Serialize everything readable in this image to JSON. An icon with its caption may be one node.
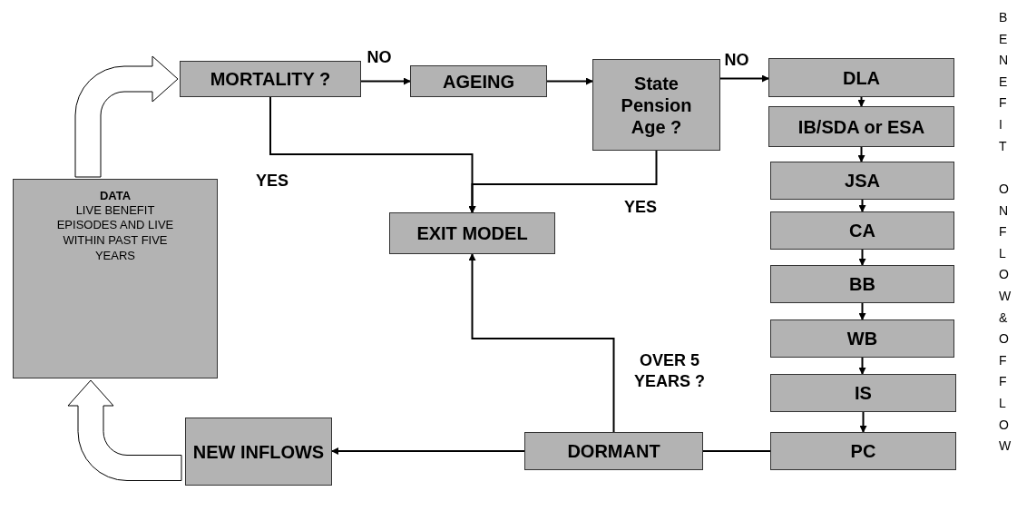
{
  "diagram": {
    "nodes": [
      {
        "text": [
          "MORTALITY ?"
        ]
      },
      {
        "text": [
          "AGEING"
        ]
      },
      {
        "text": [
          "State Pension Age ?"
        ]
      },
      {
        "text": [
          "DLA"
        ]
      },
      {
        "text": [
          "IB/SDA or ESA"
        ]
      },
      {
        "text": [
          "JSA"
        ]
      },
      {
        "text": [
          "CA"
        ]
      },
      {
        "text": [
          "BB"
        ]
      },
      {
        "text": [
          "WB"
        ]
      },
      {
        "text": [
          "IS"
        ]
      },
      {
        "text": [
          "PC"
        ]
      },
      {
        "text": [
          "EXIT MODEL"
        ]
      },
      {
        "text": [
          "DORMANT"
        ]
      },
      {
        "text": [
          "NEW INFLOWS"
        ]
      },
      {
        "text": [
          "DATA",
          "LIVE BENEFIT EPISODES AND LIVE WITHIN PAST FIVE YEARS"
        ]
      }
    ],
    "edges": [
      {
        "from": 0,
        "to": 1,
        "arrow": "to",
        "label": "NO"
      },
      {
        "from": 1,
        "to": 2,
        "arrow": "to"
      },
      {
        "from": 2,
        "to": 3,
        "arrow": "to",
        "label": "NO"
      },
      {
        "from": 0,
        "to": 11,
        "arrow": "to",
        "label": "YES"
      },
      {
        "from": 2,
        "to": 11,
        "arrow": "to",
        "label": "YES"
      },
      {
        "from": 3,
        "to": 4,
        "arrow": "to"
      },
      {
        "from": 4,
        "to": 5,
        "arrow": "to"
      },
      {
        "from": 5,
        "to": 6,
        "arrow": "to"
      },
      {
        "from": 6,
        "to": 7,
        "arrow": "to"
      },
      {
        "from": 7,
        "to": 8,
        "arrow": "to"
      },
      {
        "from": 8,
        "to": 9,
        "arrow": "to"
      },
      {
        "from": 9,
        "to": 10,
        "arrow": "to"
      },
      {
        "from": 10,
        "to": 12,
        "arrow": "none"
      },
      {
        "from": 12,
        "to": 13,
        "arrow": "to"
      },
      {
        "from": 12,
        "to": 11,
        "arrow": "to",
        "label": "OVER 5 YEARS ?"
      },
      {
        "from": 13,
        "to": 14,
        "arrow": "to",
        "style": "thick"
      },
      {
        "from": 14,
        "to": 0,
        "arrow": "to",
        "style": "thick"
      }
    ],
    "labels": [
      "BENEFIT",
      "ONFLOW&OFFLOW"
    ]
  }
}
